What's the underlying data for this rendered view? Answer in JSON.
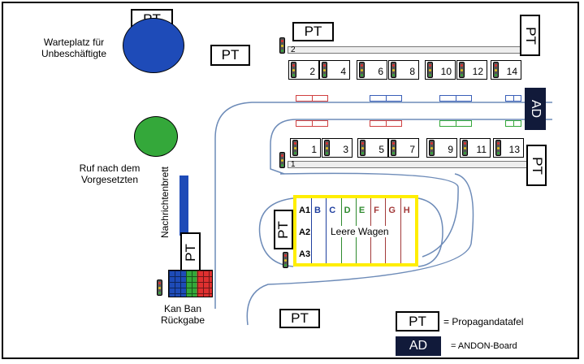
{
  "waiting_area_label": "Warteplatz für\nUnbeschäftigte",
  "supervisor_call_label": "Ruf nach dem\nVorgesetzten",
  "notice_board_label": "Nachrichtenbrett",
  "kanban_return_label": "Kan Ban\nRückgabe",
  "empty_cart_label": "Leere Wagen",
  "pt": "PT",
  "ad": "AD",
  "top_line_bar_label": "2",
  "bottom_line_bar_label": "1",
  "top_stations": [
    "2",
    "4",
    "6",
    "8",
    "10",
    "12",
    "14"
  ],
  "bottom_stations": [
    "1",
    "3",
    "5",
    "7",
    "9",
    "11",
    "13"
  ],
  "grid": {
    "columns": [
      "B",
      "C",
      "D",
      "E",
      "F",
      "G",
      "H"
    ],
    "column_colors": [
      "#1f3f9f",
      "#1f3f9f",
      "#2e8b2e",
      "#2e8b2e",
      "#a33a3a",
      "#a33a3a",
      "#a33a3a"
    ],
    "rows": [
      "A1",
      "A2",
      "A3"
    ]
  },
  "legend": {
    "pt_symbol": "PT",
    "pt_text": "= Propagandatafel",
    "ad_symbol": "AD",
    "ad_text": "= ANDON-Board"
  },
  "colors": {
    "waiting_area": "#1e4bb8",
    "supervisor_call": "#34a83a",
    "notice_board": "#1e4bb8",
    "andon": "#111a3a",
    "grid_border": "#ffee00"
  }
}
